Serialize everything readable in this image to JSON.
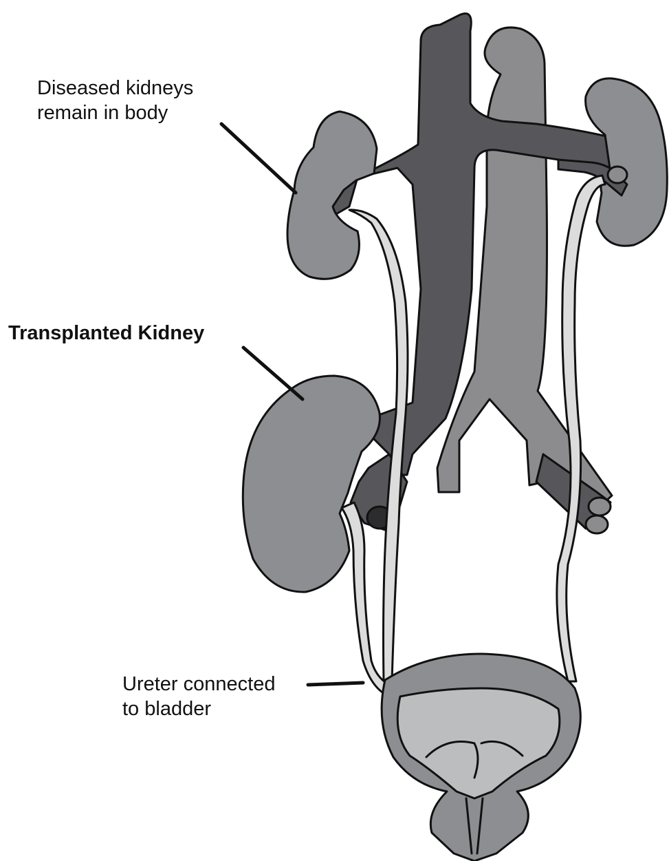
{
  "labels": {
    "diseased": {
      "line1": "Diseased kidneys",
      "line2": "remain in body"
    },
    "transplanted": {
      "line1": "Transplanted Kidney"
    },
    "ureter": {
      "line1": "Ureter connected",
      "line2": "to bladder"
    }
  },
  "colors": {
    "vein": "#57575b",
    "artery": "#8c8c8f",
    "kidney": "#8d8e91",
    "ureter": "#dcdcdc",
    "bladder_wall": "#8d8e91",
    "bladder_lumen": "#bcbdbf",
    "outline": "#111111"
  }
}
